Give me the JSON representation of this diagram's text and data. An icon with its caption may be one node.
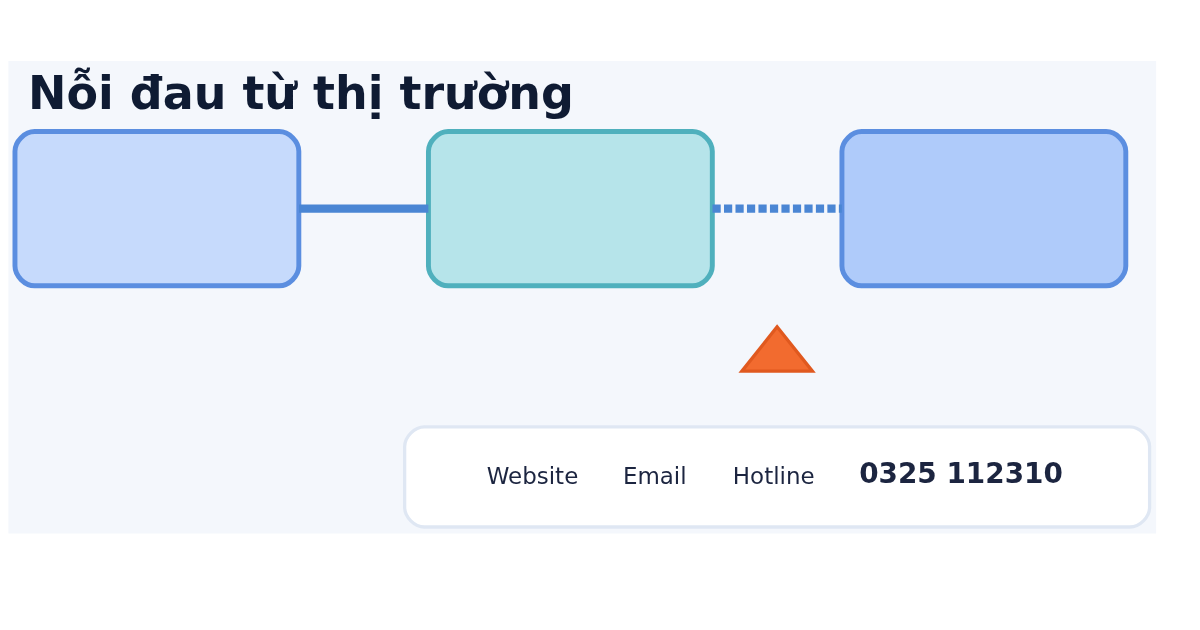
{
  "diagram": {
    "title": "Nỗi đau từ thị trường",
    "nodes": [
      {
        "text": [],
        "shape": "box"
      },
      {
        "text": [],
        "shape": "box"
      },
      {
        "text": [],
        "shape": "box"
      },
      {
        "text": [],
        "shape": "triangle"
      },
      {
        "text": [
          "Website",
          "Email",
          "Hotline",
          "0325 112310"
        ]
      }
    ],
    "edges": [
      {
        "from": 0,
        "to": 1,
        "arrow": "none"
      },
      {
        "from": 1,
        "to": 2,
        "arrow": "none",
        "style": "dashed"
      }
    ]
  }
}
